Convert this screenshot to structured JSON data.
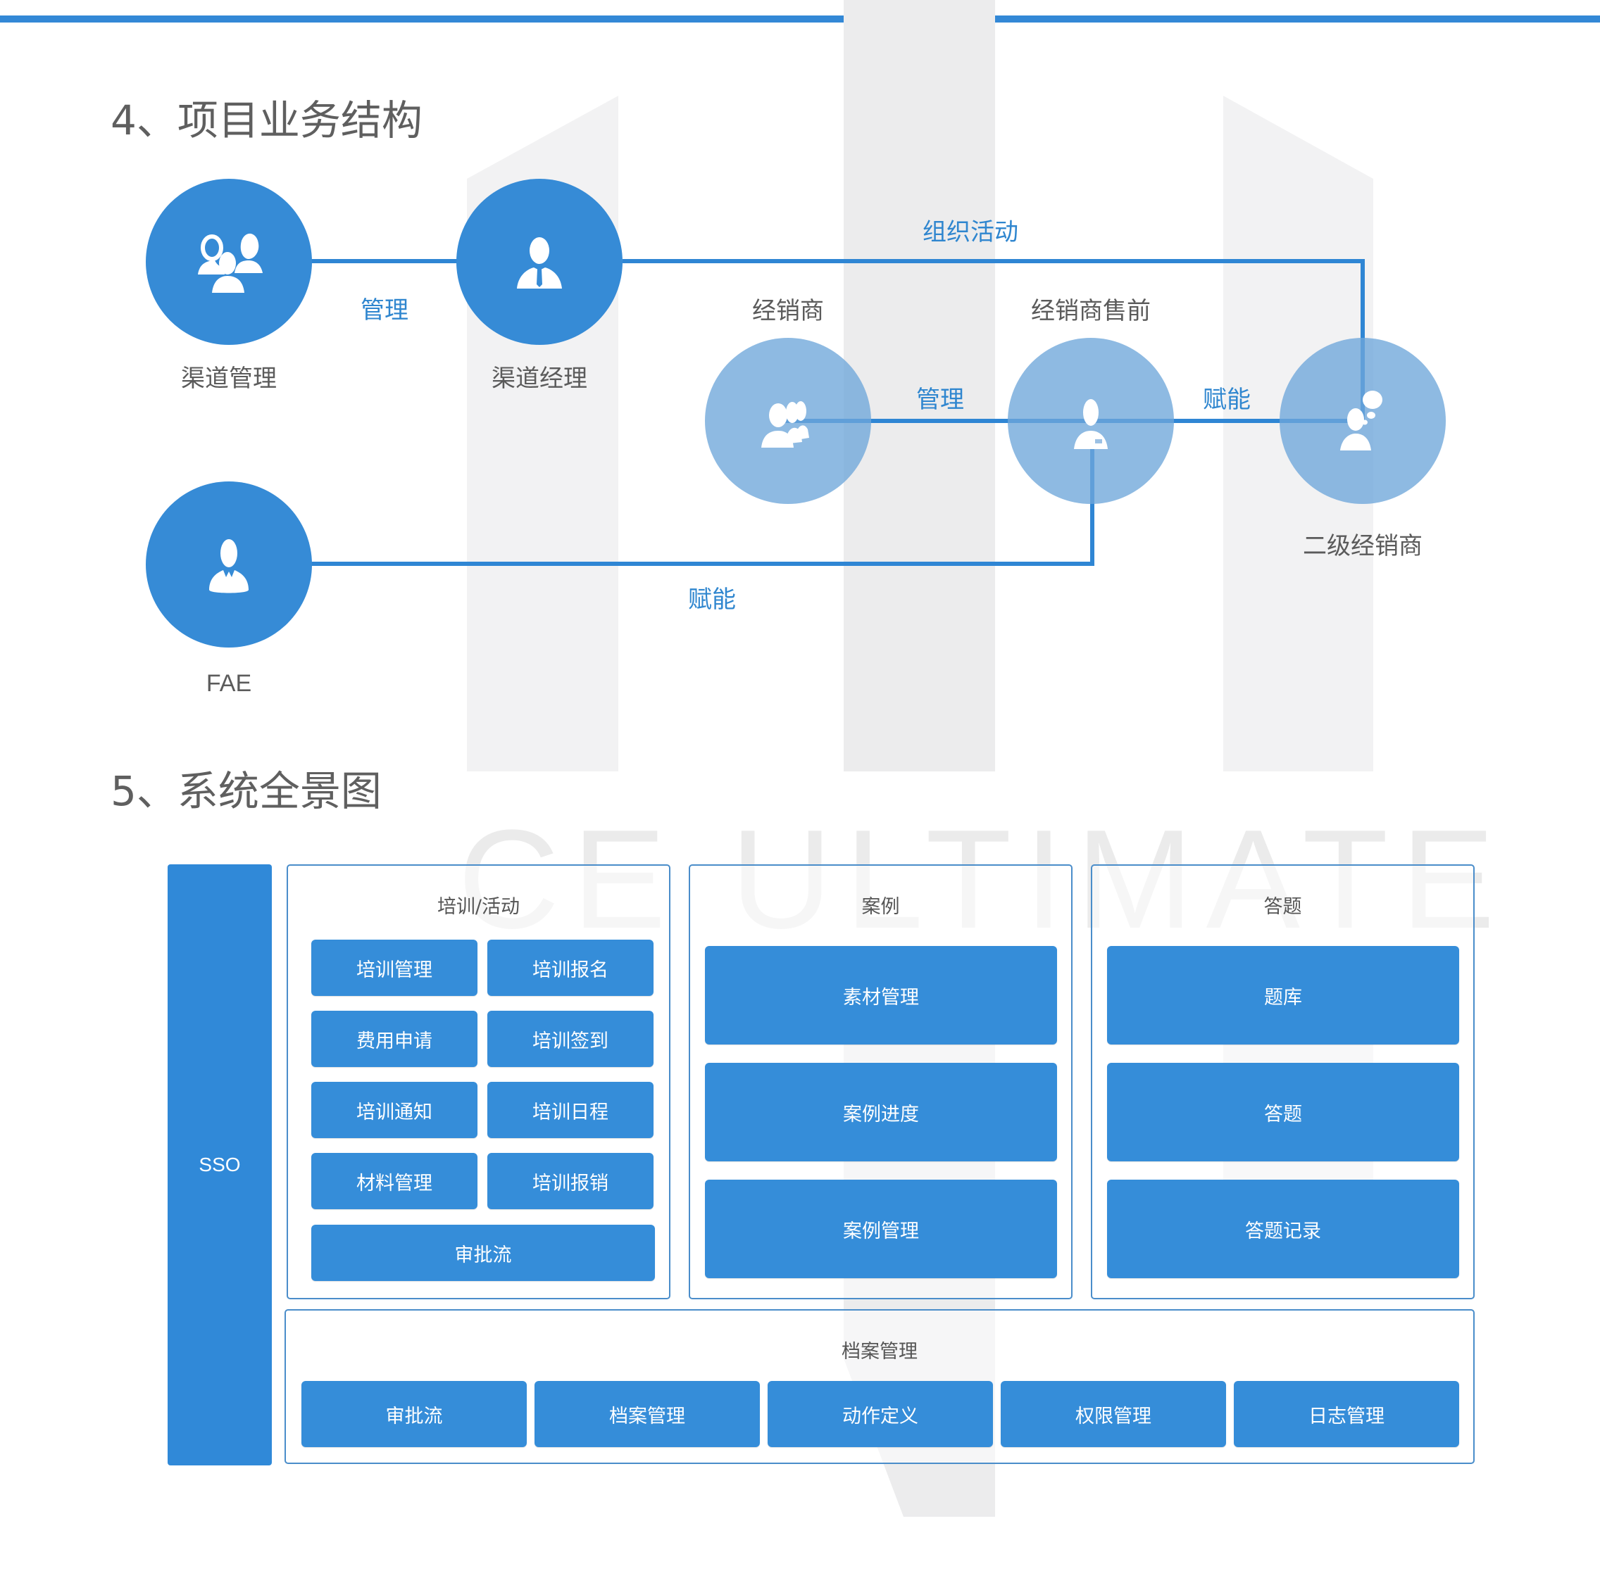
{
  "accent_color": "#3388d6",
  "section4": {
    "title": "4、项目业务结构",
    "nodes": [
      {
        "id": "channel-mgmt",
        "label": "渠道管理",
        "icon": "group-people-icon",
        "style": "dark"
      },
      {
        "id": "channel-manager",
        "label": "渠道经理",
        "icon": "businessman-tie-icon",
        "style": "dark"
      },
      {
        "id": "dealer",
        "label": "经销商",
        "icon": "crowd-people-icon",
        "style": "light"
      },
      {
        "id": "dealer-presales",
        "label": "经销商售前",
        "icon": "person-badge-icon",
        "style": "light"
      },
      {
        "id": "secondary-dealer",
        "label": "二级经销商",
        "icon": "person-thought-icon",
        "style": "light"
      },
      {
        "id": "fae",
        "label": "FAE",
        "icon": "person-collar-icon",
        "style": "dark"
      }
    ],
    "edges": [
      {
        "from": "channel-mgmt",
        "to": "channel-manager",
        "label": "管理"
      },
      {
        "from": "channel-manager",
        "to": "secondary-dealer",
        "label": "组织活动"
      },
      {
        "from": "dealer",
        "to": "dealer-presales",
        "label": "管理"
      },
      {
        "from": "dealer-presales",
        "to": "secondary-dealer",
        "label": "赋能"
      },
      {
        "from": "fae",
        "to": "dealer-presales",
        "label": "赋能"
      }
    ]
  },
  "section5": {
    "title": "5、系统全景图",
    "sso_label": "SSO",
    "panels": {
      "training": {
        "title": "培训/活动",
        "modules": [
          "培训管理",
          "培训报名",
          "费用申请",
          "培训签到",
          "培训通知",
          "培训日程",
          "材料管理",
          "培训报销"
        ],
        "wide_module": "审批流"
      },
      "cases": {
        "title": "案例",
        "modules": [
          "素材管理",
          "案例进度",
          "案例管理"
        ]
      },
      "quiz": {
        "title": "答题",
        "modules": [
          "题库",
          "答题",
          "答题记录"
        ]
      },
      "archive": {
        "title": "档案管理",
        "modules": [
          "审批流",
          "档案管理",
          "动作定义",
          "权限管理",
          "日志管理"
        ]
      }
    }
  },
  "watermark": "CE ULTIMATE"
}
